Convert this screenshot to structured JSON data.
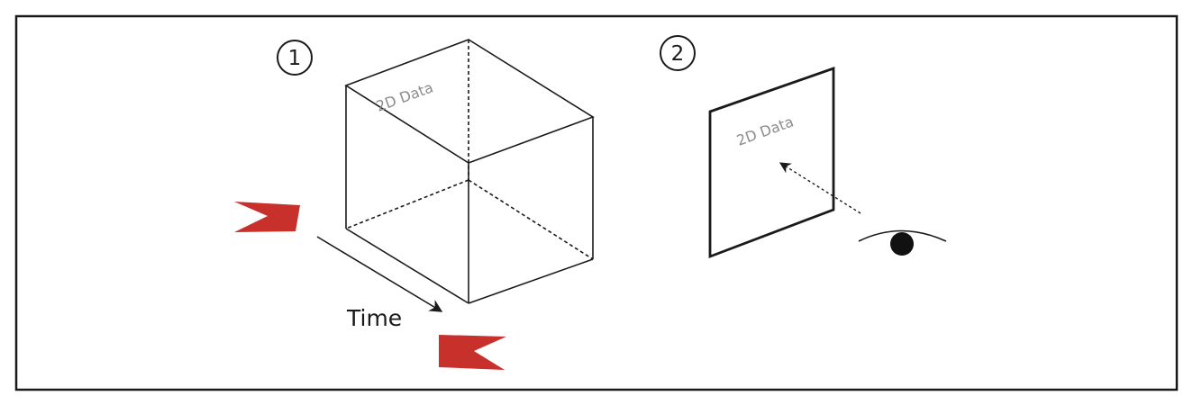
{
  "panels": [
    {
      "marker": "1",
      "face_label": "2D Data",
      "axis_label": "Time"
    },
    {
      "marker": "2",
      "face_label": "2D Data"
    }
  ],
  "colors": {
    "frame": "#1a1a1a",
    "lines": "#1a1a1a",
    "face_label": "#8c8c8c",
    "arrow_red": "#c8302c",
    "eye": "#111111",
    "background": "#ffffff"
  },
  "icons": {
    "red_arrows": "chevron-arrow-icon",
    "eye": "eye-icon",
    "view_arrow": "dotted-arrow-icon",
    "time_arrow": "arrow-icon"
  }
}
